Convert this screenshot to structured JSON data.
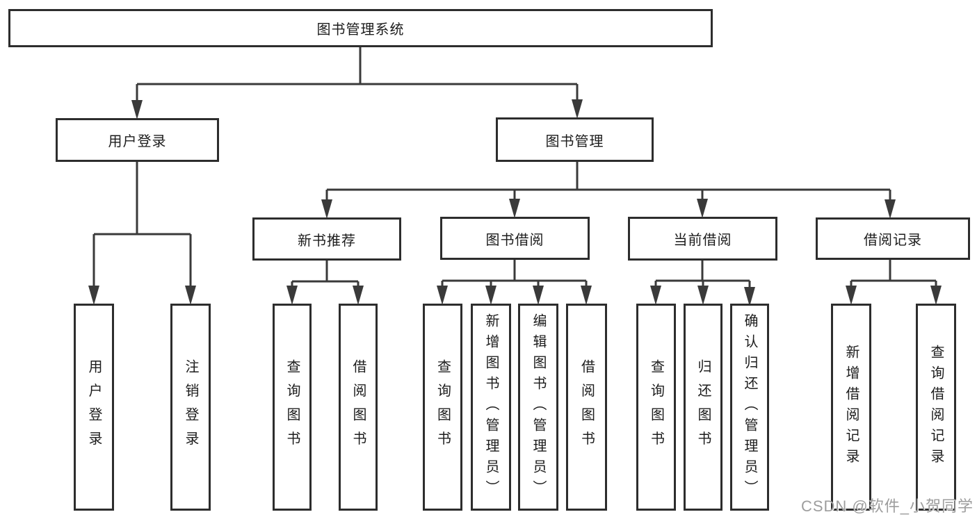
{
  "diagram": {
    "root": "图书管理系统",
    "user_login": {
      "label": "用户登录",
      "leaves": [
        "用户登录",
        "注销登录"
      ]
    },
    "book_management": {
      "label": "图书管理",
      "groups": [
        {
          "label": "新书推荐",
          "leaves": [
            "查询图书",
            "借阅图书"
          ]
        },
        {
          "label": "图书借阅",
          "leaves": [
            "查询图书",
            "新增图书（管理员）",
            "编辑图书（管理员）",
            "借阅图书"
          ]
        },
        {
          "label": "当前借阅",
          "leaves": [
            "查询图书",
            "归还图书",
            "确认归还（管理员）"
          ]
        },
        {
          "label": "借阅记录",
          "leaves": [
            "新增借阅记录",
            "查询借阅记录"
          ]
        }
      ]
    }
  },
  "watermark": "CSDN @软件_小贺同学",
  "colors": {
    "line": "#3a3a3a",
    "border": "#2d2d2d",
    "text": "#1c1c1c",
    "background": "#ffffff",
    "watermark": "#9d9d9d"
  }
}
